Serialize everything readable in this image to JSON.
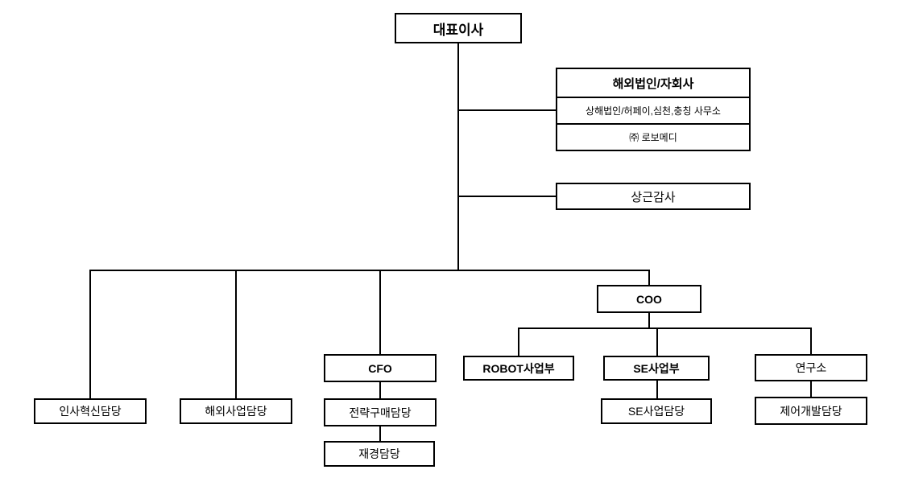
{
  "diagram": {
    "type": "org-chart",
    "background_color": "#ffffff",
    "line_color": "#000000",
    "box_fill_color": "#ffffff",
    "box_border_color": "#000000",
    "text_color": "#000000"
  },
  "nodes": {
    "ceo": {
      "label": "대표이사"
    },
    "overseas_group": {
      "header": "해외법인/자회사",
      "rows": [
        "상해법인/허페이,심천,충칭 사무소",
        "㈜ 로보메디"
      ]
    },
    "auditor": {
      "label": "상근감사"
    },
    "coo": {
      "label": "COO"
    },
    "cfo": {
      "label": "CFO"
    },
    "hr_innovation": {
      "label": "인사혁신담당"
    },
    "overseas_business": {
      "label": "해외사업담당"
    },
    "strategic_purchasing": {
      "label": "전략구매담당"
    },
    "finance": {
      "label": "재경담당"
    },
    "robot_division": {
      "label": "ROBOT사업부"
    },
    "se_division": {
      "label": "SE사업부"
    },
    "research_institute": {
      "label": "연구소"
    },
    "se_business": {
      "label": "SE사업담당"
    },
    "control_development": {
      "label": "제어개발담당"
    }
  },
  "hierarchy": {
    "root": "ceo",
    "edges": [
      [
        "ceo",
        "overseas_group"
      ],
      [
        "ceo",
        "auditor"
      ],
      [
        "ceo",
        "hr_innovation"
      ],
      [
        "ceo",
        "overseas_business"
      ],
      [
        "ceo",
        "cfo"
      ],
      [
        "ceo",
        "coo"
      ],
      [
        "cfo",
        "strategic_purchasing"
      ],
      [
        "strategic_purchasing",
        "finance"
      ],
      [
        "coo",
        "robot_division"
      ],
      [
        "coo",
        "se_division"
      ],
      [
        "coo",
        "research_institute"
      ],
      [
        "se_division",
        "se_business"
      ],
      [
        "research_institute",
        "control_development"
      ]
    ]
  }
}
